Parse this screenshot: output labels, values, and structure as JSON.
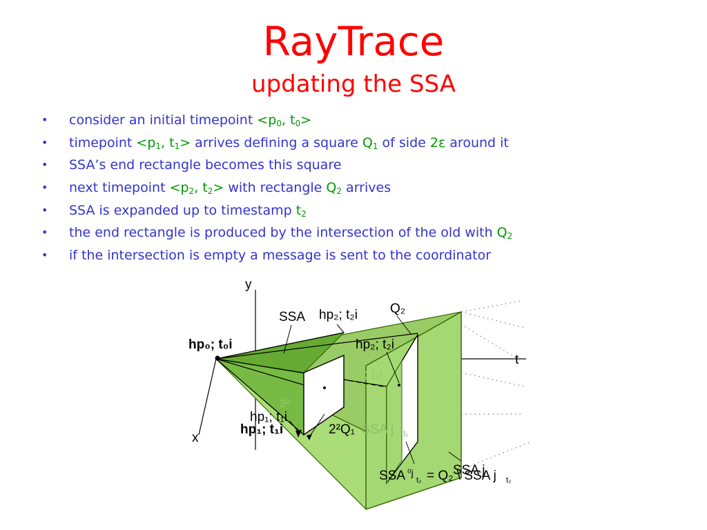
{
  "title": "RayTrace",
  "subtitle": "updating the SSA",
  "bullets": [
    [
      "consider an initial timepoint ",
      "<p",
      "0",
      ", t",
      "0",
      ">"
    ],
    [
      "timepoint ",
      "<p",
      "1",
      ", t",
      "1",
      ">",
      " arrives defining a square ",
      "Q",
      "1",
      " of side ",
      "2ε",
      " around it"
    ],
    [
      "SSA’s end rectangle becomes this square"
    ],
    [
      "next timepoint ",
      "<p",
      "2",
      ", t",
      "2",
      ">",
      " with rectangle ",
      "Q",
      "2",
      " arrives"
    ],
    [
      "SSA is expanded up to timestamp ",
      "t",
      "2"
    ],
    [
      "the end rectangle is produced by the intersection of the old with ",
      "Q",
      "2"
    ],
    [
      "if the intersection is empty a message is sent to the coordinator"
    ]
  ],
  "bullet_marker": "•",
  "colors": {
    "title": "#ff0000",
    "text": "#3333cc",
    "highlight": "#009900",
    "cone_fill": "#99cc66",
    "cone_edge": "#336600"
  },
  "diagram": {
    "axis_y": "y",
    "axis_x": "x",
    "axis_t": "t",
    "label_ssa": "SSA",
    "label_p0t0": "hp₀; t₀i",
    "label_p2t2_top": "hp₂; t₂i",
    "label_q2": "Q₂",
    "label_p2t2": "hp₂; t₂i",
    "label_p1t1_ghost": "hp₁; t₁i",
    "label_2e": "2²",
    "label_p1t1": "hp₁; t₁i",
    "label_p1t1_bold": "hp₁; t₁i",
    "label_2eq1": "2²Q₁",
    "label_ssa_t1": "´ SSA j",
    "label_ssa_t1_sub": "t₁",
    "label_ssa_prime": "SSA",
    "label_ssa_eq": "⁰j",
    "label_ssa_eq_sub": "t₂",
    "label_ssa_eq_rest": "= Q₂ \\ SSA j",
    "label_ssa_eq_sub2": "t₂",
    "label_ssa_small": "SSA j"
  }
}
